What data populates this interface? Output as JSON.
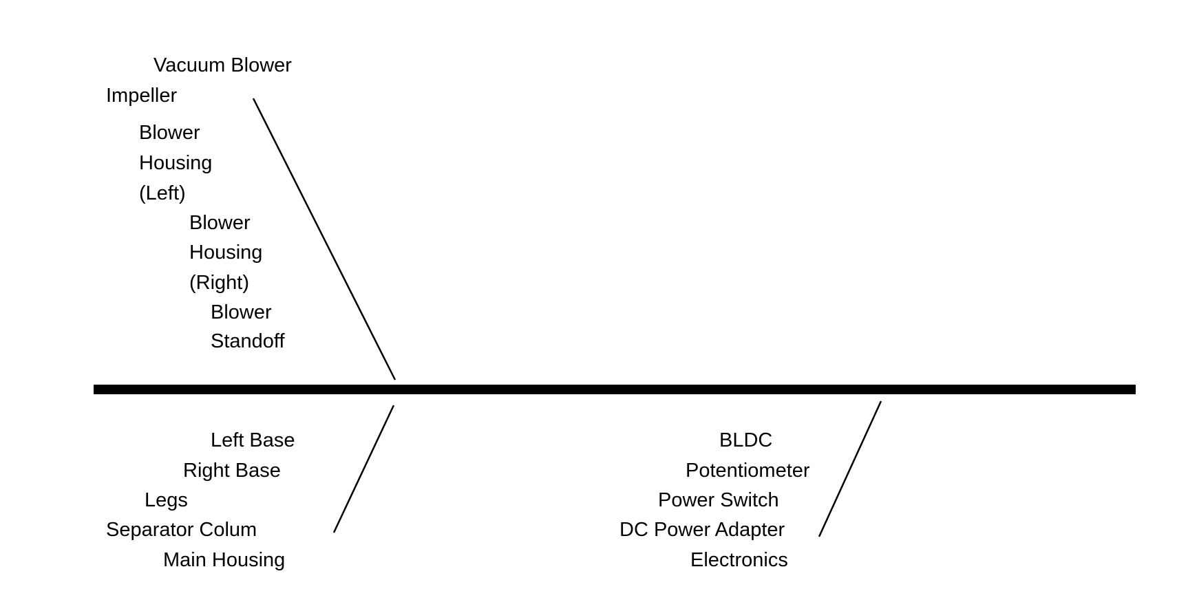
{
  "colors": {
    "background": "#ffffff",
    "ink": "#000000"
  },
  "groups": {
    "blower": {
      "labels": [
        "Vacuum Blower",
        "Impeller",
        "Blower",
        "Housing",
        "(Left)",
        "Blower",
        "Housing",
        "(Right)",
        "Blower",
        "Standoff"
      ]
    },
    "base": {
      "labels": [
        "Left Base",
        "Right Base",
        "Legs",
        "Separator Colum",
        "Main Housing"
      ]
    },
    "electronics": {
      "labels": [
        "BLDC",
        "Potentiometer",
        "Power Switch",
        "DC Power Adapter",
        "Electronics"
      ]
    }
  }
}
